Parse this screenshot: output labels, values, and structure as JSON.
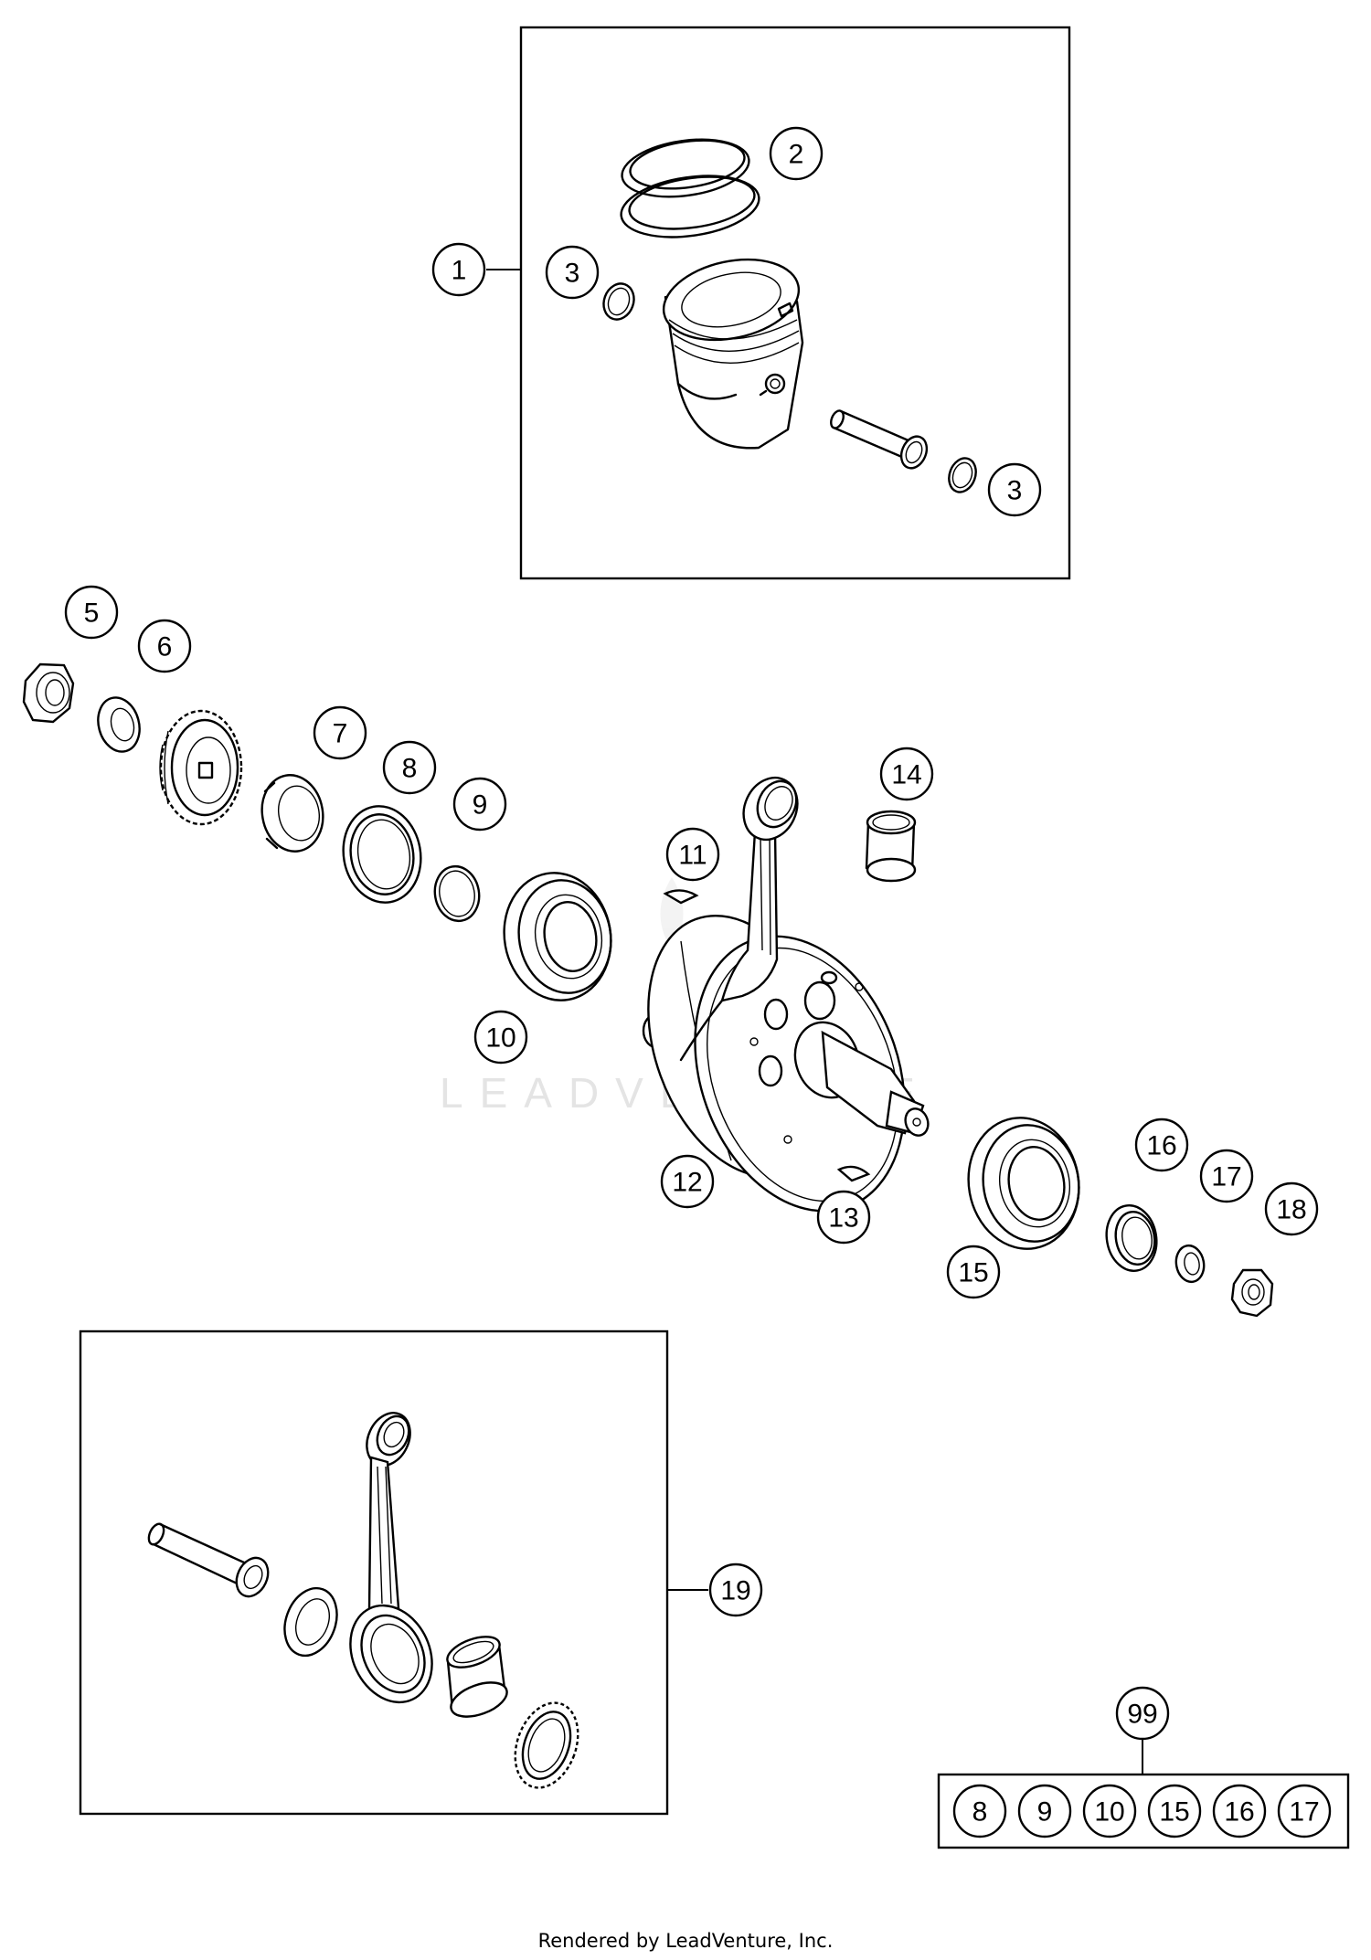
{
  "watermark": "LEADVENTURE",
  "footer": "Rendered by LeadVenture, Inc.",
  "callouts": {
    "c1": "1",
    "c2": "2",
    "c3a": "3",
    "c3b": "3",
    "c5": "5",
    "c6": "6",
    "c7": "7",
    "c8": "8",
    "c9": "9",
    "c10": "10",
    "c11": "11",
    "c12": "12",
    "c13": "13",
    "c14": "14",
    "c15": "15",
    "c16": "16",
    "c17": "17",
    "c18": "18",
    "c19": "19",
    "c99": "99"
  },
  "kit99": [
    "8",
    "9",
    "10",
    "15",
    "16",
    "17"
  ]
}
